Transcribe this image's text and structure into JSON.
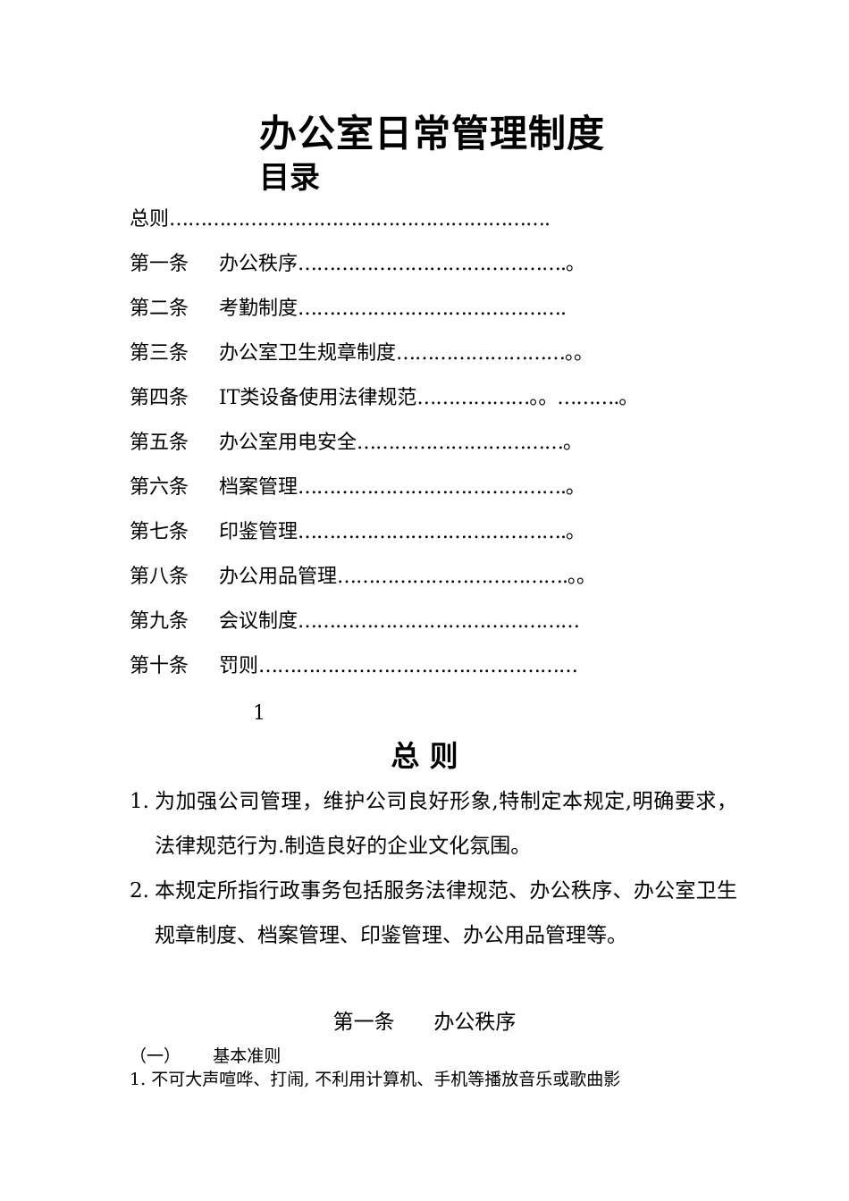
{
  "document": {
    "title": "办公室日常管理制度",
    "toc_heading": "目录"
  },
  "toc": [
    {
      "num": "",
      "title": "总则",
      "dots": "…………………………………………………….",
      "top": 0
    },
    {
      "num": "第一条",
      "title": "办公秩序",
      "dots": "…………………………………….。",
      "top": 0
    },
    {
      "num": "第二条",
      "title": "考勤制度",
      "dots": "…………………………………….",
      "top": 0
    },
    {
      "num": "第三条",
      "title": "办公室卫生规章制度",
      "dots": "………………………。。",
      "top": 0
    },
    {
      "num": "第四条",
      "title": "IT类设备使用法律规范",
      "dots": "………………。。……….。",
      "top": 0
    },
    {
      "num": "第五条",
      "title": "办公室用电安全",
      "dots": "……………………………。",
      "top": 0
    },
    {
      "num": "第六条",
      "title": "档案管理",
      "dots": "…………………………………….。",
      "top": 0
    },
    {
      "num": "第七条",
      "title": "印鉴管理",
      "dots": "…………………………………….。",
      "top": 0
    },
    {
      "num": "第八条",
      "title": "办公用品管理",
      "dots": "……………………………….。。",
      "top": 0
    },
    {
      "num": "第九条",
      "title": "会议制度",
      "dots": "………………………………………",
      "top": 0
    },
    {
      "num": "第十条",
      "title": "罚则",
      "dots": "……………………………………………",
      "top": 0
    }
  ],
  "page_number": "1",
  "general": {
    "title": "总  则",
    "paragraphs": [
      {
        "num": "1.",
        "text": "为加强公司管理，维护公司良好形象,特制定本规定,明确要求，法律规范行为.制造良好的企业文化氛围。"
      },
      {
        "num": "2.",
        "text": "本规定所指行政事务包括服务法律规范、办公秩序、办公室卫生规章制度、档案管理、印鉴管理、办公用品管理等。"
      }
    ]
  },
  "article_one": {
    "title": "第一条      办公秩序",
    "subheading": "（一）      基本准则",
    "item_num": "1.",
    "item_text": "不可大声喧哗、打闹, 不利用计算机、手机等播放音乐或歌曲影"
  }
}
